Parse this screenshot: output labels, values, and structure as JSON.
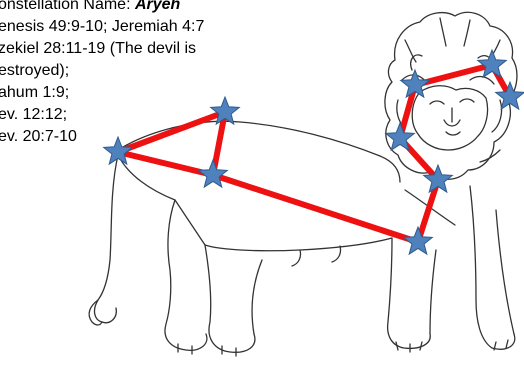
{
  "text": {
    "line1_prefix": "onstellation Name: ",
    "line1_name": "Aryeh",
    "line2": "enesis 49:9-10; Jeremiah 4:7",
    "line3": "zekiel 28:11-19 (The devil is",
    "line4": "estroyed);",
    "line5": "ahum 1:9;",
    "line6": "ev. 12:12;",
    "line7": "ev. 20:7-10"
  },
  "colors": {
    "constellation_line": "#ee1111",
    "star_fill": "#4f81bd",
    "star_stroke": "#2f5b8f",
    "sketch": "#333333"
  },
  "stars": [
    "tail-star",
    "back-upper-star",
    "back-lower-star",
    "belly-star",
    "chest-star",
    "jaw-star",
    "mane-star",
    "crown-star",
    "nose-star"
  ],
  "icons": {
    "star": "star-icon",
    "lion": "lion-drawing"
  }
}
